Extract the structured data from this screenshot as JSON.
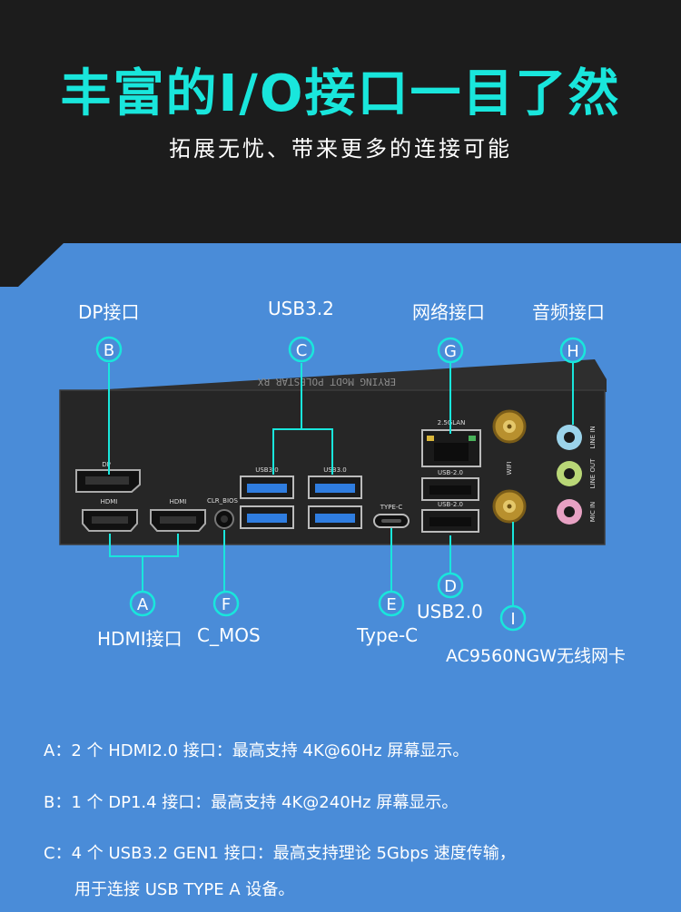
{
  "title": "丰富的I/O接口一目了然",
  "subtitle": "拓展无忧、带来更多的连接可能",
  "labels": {
    "dp": "DP接口",
    "usb32": "USB3.2",
    "network": "网络接口",
    "audio": "音频接口",
    "hdmi": "HDMI接口",
    "cmos": "C_MOS",
    "typec": "Type-C",
    "usb20": "USB2.0",
    "wifi": "AC9560NGW无线网卡"
  },
  "badges": [
    "A",
    "B",
    "C",
    "D",
    "E",
    "F",
    "G",
    "H",
    "I"
  ],
  "io_panel": {
    "brand_text": "ERYING MoDT POLESTAR RX",
    "port_dp": "DP",
    "port_hdmi1": "HDMI",
    "port_hdmi2": "HDMI",
    "clr_bios": "CLR_BIOS",
    "usb30_a": "USB3.0",
    "usb30_b": "USB3.0",
    "typec": "TYPE-C",
    "lan": "2.5GLAN",
    "usb20_a": "USB-2.0",
    "usb20_b": "USB-2.0",
    "wifi": "WIFI",
    "line_in": "LINE IN",
    "line_out": "LINE OUT",
    "mic_in": "MIC IN"
  },
  "descriptions": [
    "A：2 个 HDMI2.0 接口：最高支持 4K@60Hz 屏幕显示。",
    "B：1 个 DP1.4 接口：最高支持 4K@240Hz 屏幕显示。",
    "C：4 个 USB3.2 GEN1 接口：最高支持理论 5Gbps 速度传输，",
    "用于连接 USB TYPE A 设备。"
  ],
  "colors": {
    "accent": "#19e6dc",
    "panel_blue": "#4a8cd8",
    "background": "#1c1c1c",
    "usb_blue": "#2f7de0"
  }
}
